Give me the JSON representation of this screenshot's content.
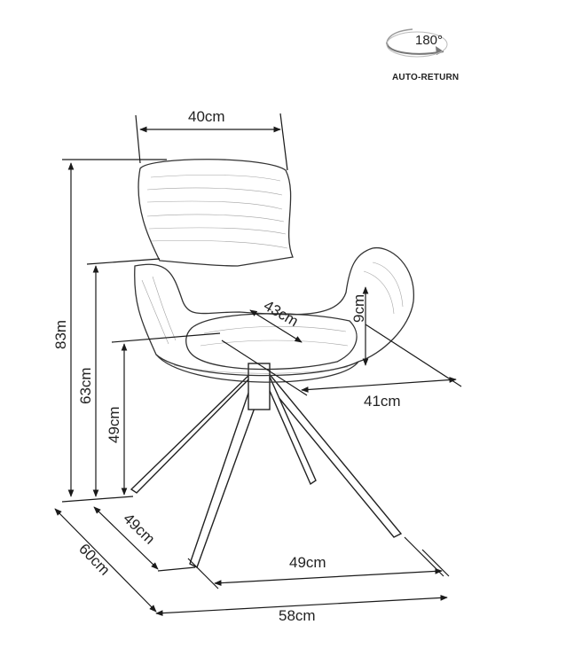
{
  "badge": {
    "rotation": "180°",
    "label": "AUTO-RETURN",
    "icon": "rotate-arrow-icon"
  },
  "dimensions": {
    "top_width": "40cm",
    "seat_depth": "43cm",
    "armrest_height": "9cm",
    "seat_width": "41cm",
    "total_height": "83m",
    "armrest_floor_height": "63cm",
    "seat_height": "49cm",
    "base_depth": "49cm",
    "overall_depth": "60cm",
    "base_width": "49cm",
    "overall_width": "58cm"
  }
}
